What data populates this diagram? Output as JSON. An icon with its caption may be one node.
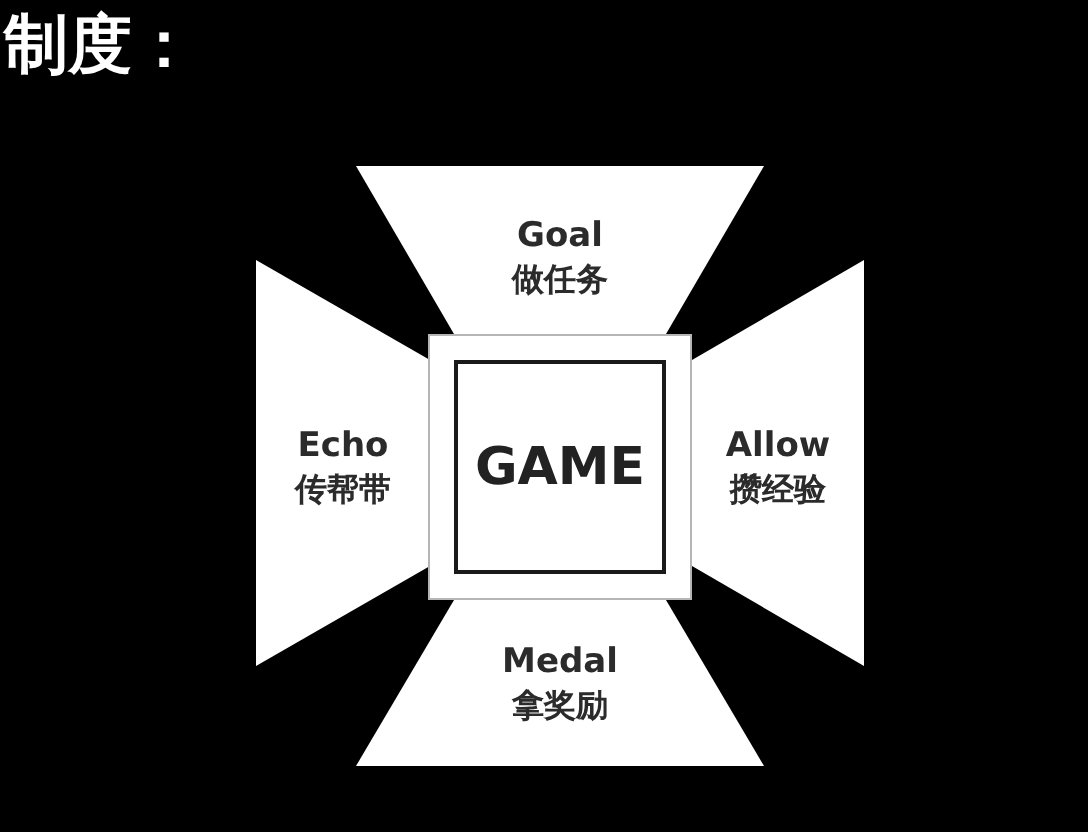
{
  "diagram": {
    "title": "制度：",
    "nodes": [
      {
        "text": [
          "Goal",
          "做任务"
        ]
      },
      {
        "text": [
          "Echo",
          "传帮带"
        ]
      },
      {
        "text": [
          "GAME"
        ]
      },
      {
        "text": [
          "Allow",
          "攒经验"
        ]
      },
      {
        "text": [
          "Medal",
          "拿奖励"
        ]
      }
    ]
  }
}
